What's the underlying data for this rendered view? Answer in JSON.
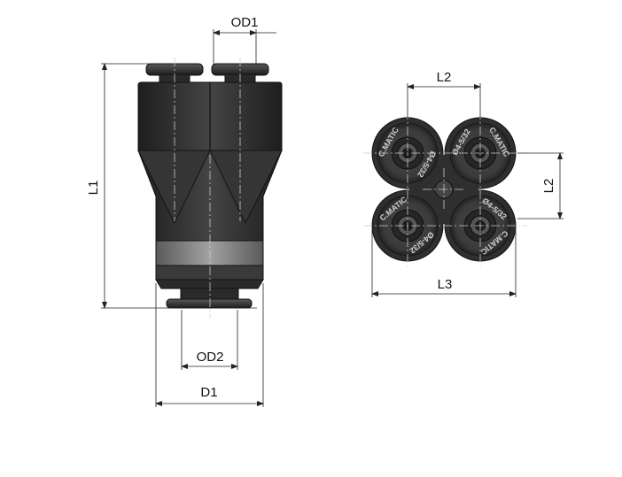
{
  "labels": {
    "od1": "OD1",
    "od2": "OD2",
    "l1": "L1",
    "d1": "D1",
    "l2_top": "L2",
    "l2_side": "L2",
    "l3": "L3"
  },
  "port_markings": {
    "brand": "C.MATIC",
    "size": "Ø4-5/32"
  },
  "colors": {
    "body_dark": "#2e2e2e",
    "body_mid": "#3f3f3f",
    "collar": "#7a7a7a",
    "dimension_line": "#222222"
  }
}
